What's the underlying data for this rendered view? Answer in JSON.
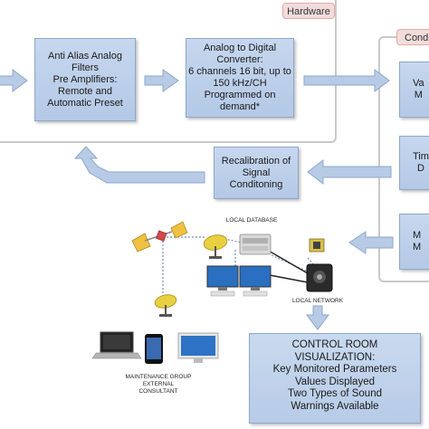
{
  "hardware_panel": {
    "tab_label": "Hardware"
  },
  "conditioning_panel": {
    "tab_label": "Condi"
  },
  "blocks": {
    "anti_alias": "Anti Alias Analog\nFilters\nPre Amplifiers:\nRemote and\nAutomatic Preset",
    "adc": "Analog to Digital\nConverter:\n6 channels 16 bit, up to\n150 kHz/CH\nProgrammed on\ndemand*",
    "recalibration": "Recalibration of\nSignal\nConditoning",
    "right_top": "Va\nM",
    "right_mid": "Tim\nD",
    "right_bot": "M\nM"
  },
  "network": {
    "local_database": "LOCAL DATABASE",
    "local_network": "LOCAL NETWORK",
    "maintenance": "MAINTENANCE GROUP\nEXTERNAL\nCONSULTANT"
  },
  "control_room": {
    "text": "CONTROL ROOM\nVISUALIZATION:\nKey Monitored Parameters\nValues Displayed\nTwo Types of Sound\nWarnings Available"
  },
  "colors": {
    "block_fill": "#b9cde8",
    "arrow_fill": "#b7cbe6",
    "tab_fill": "#f2dcdb"
  }
}
